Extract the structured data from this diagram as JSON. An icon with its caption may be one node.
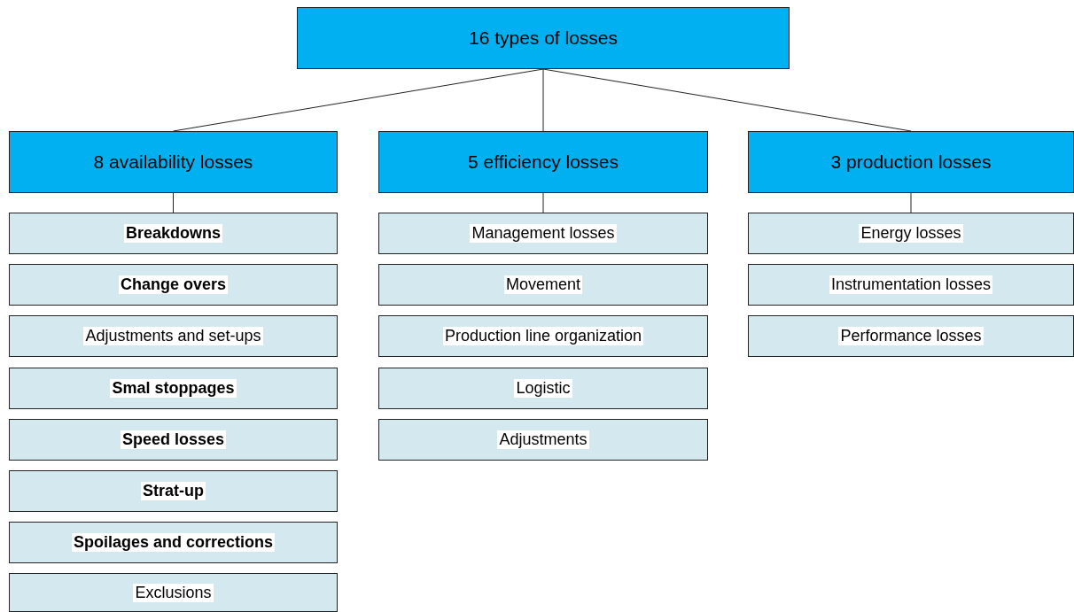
{
  "diagram": {
    "nodes": [
      {
        "text": [
          "16 types of losses"
        ]
      },
      {
        "text": [
          "8 availability losses"
        ]
      },
      {
        "text": [
          "5 efficiency losses"
        ]
      },
      {
        "text": [
          "3 production losses"
        ]
      },
      {
        "text": [
          "Breakdowns"
        ]
      },
      {
        "text": [
          "Change overs"
        ]
      },
      {
        "text": [
          "Adjustments and set-ups"
        ]
      },
      {
        "text": [
          "Smal stoppages"
        ]
      },
      {
        "text": [
          "Speed losses"
        ]
      },
      {
        "text": [
          "Strat-up"
        ]
      },
      {
        "text": [
          "Spoilages and corrections"
        ]
      },
      {
        "text": [
          "Exclusions"
        ]
      },
      {
        "text": [
          "Management losses"
        ]
      },
      {
        "text": [
          "Movement"
        ]
      },
      {
        "text": [
          "Production line organization"
        ]
      },
      {
        "text": [
          "Logistic"
        ]
      },
      {
        "text": [
          "Adjustments"
        ]
      },
      {
        "text": [
          "Energy losses"
        ]
      },
      {
        "text": [
          "Instrumentation losses"
        ]
      },
      {
        "text": [
          "Performance losses"
        ]
      }
    ],
    "edges": [
      {
        "from": 0,
        "to": 1,
        "arrow": "none"
      },
      {
        "from": 0,
        "to": 2,
        "arrow": "none"
      },
      {
        "from": 0,
        "to": 3,
        "arrow": "none"
      },
      {
        "from": 1,
        "to": 4,
        "arrow": "none"
      },
      {
        "from": 2,
        "to": 12,
        "arrow": "none"
      },
      {
        "from": 3,
        "to": 17,
        "arrow": "none"
      }
    ]
  }
}
